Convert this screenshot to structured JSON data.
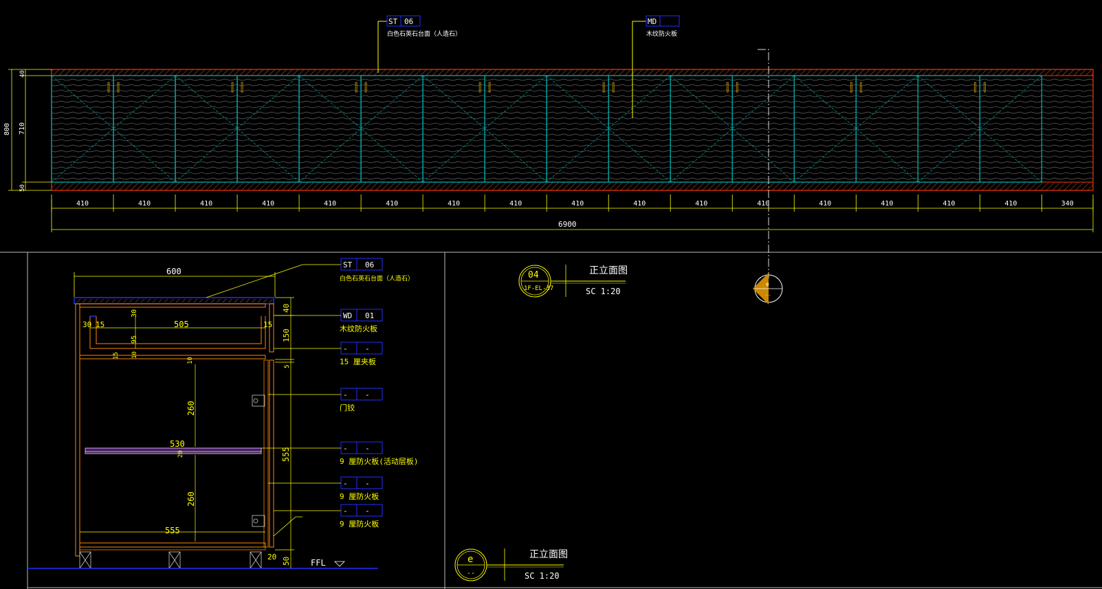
{
  "elevation": {
    "tag_top_1": {
      "code": "ST",
      "num": "06",
      "label": "白色石英石台面（人造石）"
    },
    "tag_top_2": {
      "code": "MD",
      "num": "",
      "label": "木纹防火板"
    },
    "dims_vertical": {
      "total": "800",
      "top": "40",
      "mid": "710",
      "bottom": "50"
    },
    "dims_bottom": [
      "410",
      "410",
      "410",
      "410",
      "410",
      "410",
      "410",
      "410",
      "410",
      "410",
      "410",
      "410",
      "410",
      "410",
      "410",
      "410",
      "340"
    ],
    "total_width": "6900",
    "door_count": 16
  },
  "section": {
    "width_top": "600",
    "dims": {
      "d30a": "30",
      "d15a": "15",
      "d505": "505",
      "d15b": "15",
      "d30b": "30",
      "d95": "95",
      "d10a": "10",
      "d15c": "15",
      "d10b": "10",
      "d260a": "260",
      "d530": "530",
      "d20a": "20",
      "d260b": "260",
      "d555h": "555",
      "r40": "40",
      "r150": "150",
      "r5": "5",
      "r555": "555",
      "r50": "50",
      "d20b": "20"
    },
    "ffl": "FFL",
    "callouts": [
      {
        "code": "ST",
        "num": "06",
        "label": "白色石英石台面（人造石）"
      },
      {
        "code": "WD",
        "num": "01",
        "label": "木纹防火板"
      },
      {
        "code": "-",
        "num": "-",
        "label": "15 厘夹板"
      },
      {
        "code": "-",
        "num": "-",
        "label": "门铰"
      },
      {
        "code": "-",
        "num": "-",
        "label": "9 厘防火板(活动层板)"
      },
      {
        "code": "-",
        "num": "-",
        "label": "9 厘防火板"
      },
      {
        "code": "-",
        "num": "-",
        "label": "9 厘防火板"
      }
    ]
  },
  "title1": {
    "num": "04",
    "ref": "1F-EL-37",
    "name": "正立面图",
    "scale": "SC  1:20"
  },
  "title2": {
    "num": "",
    "ref": "--",
    "name": "正立面图",
    "scale": "SC  1:20"
  },
  "section_mark": {
    "letter": "e",
    "ref": "--"
  },
  "colors": {
    "cyan": "#00a0a0",
    "red": "#ff3300",
    "orange": "#ff8800",
    "yellow": "#ffff00",
    "blue": "#2030ff"
  }
}
